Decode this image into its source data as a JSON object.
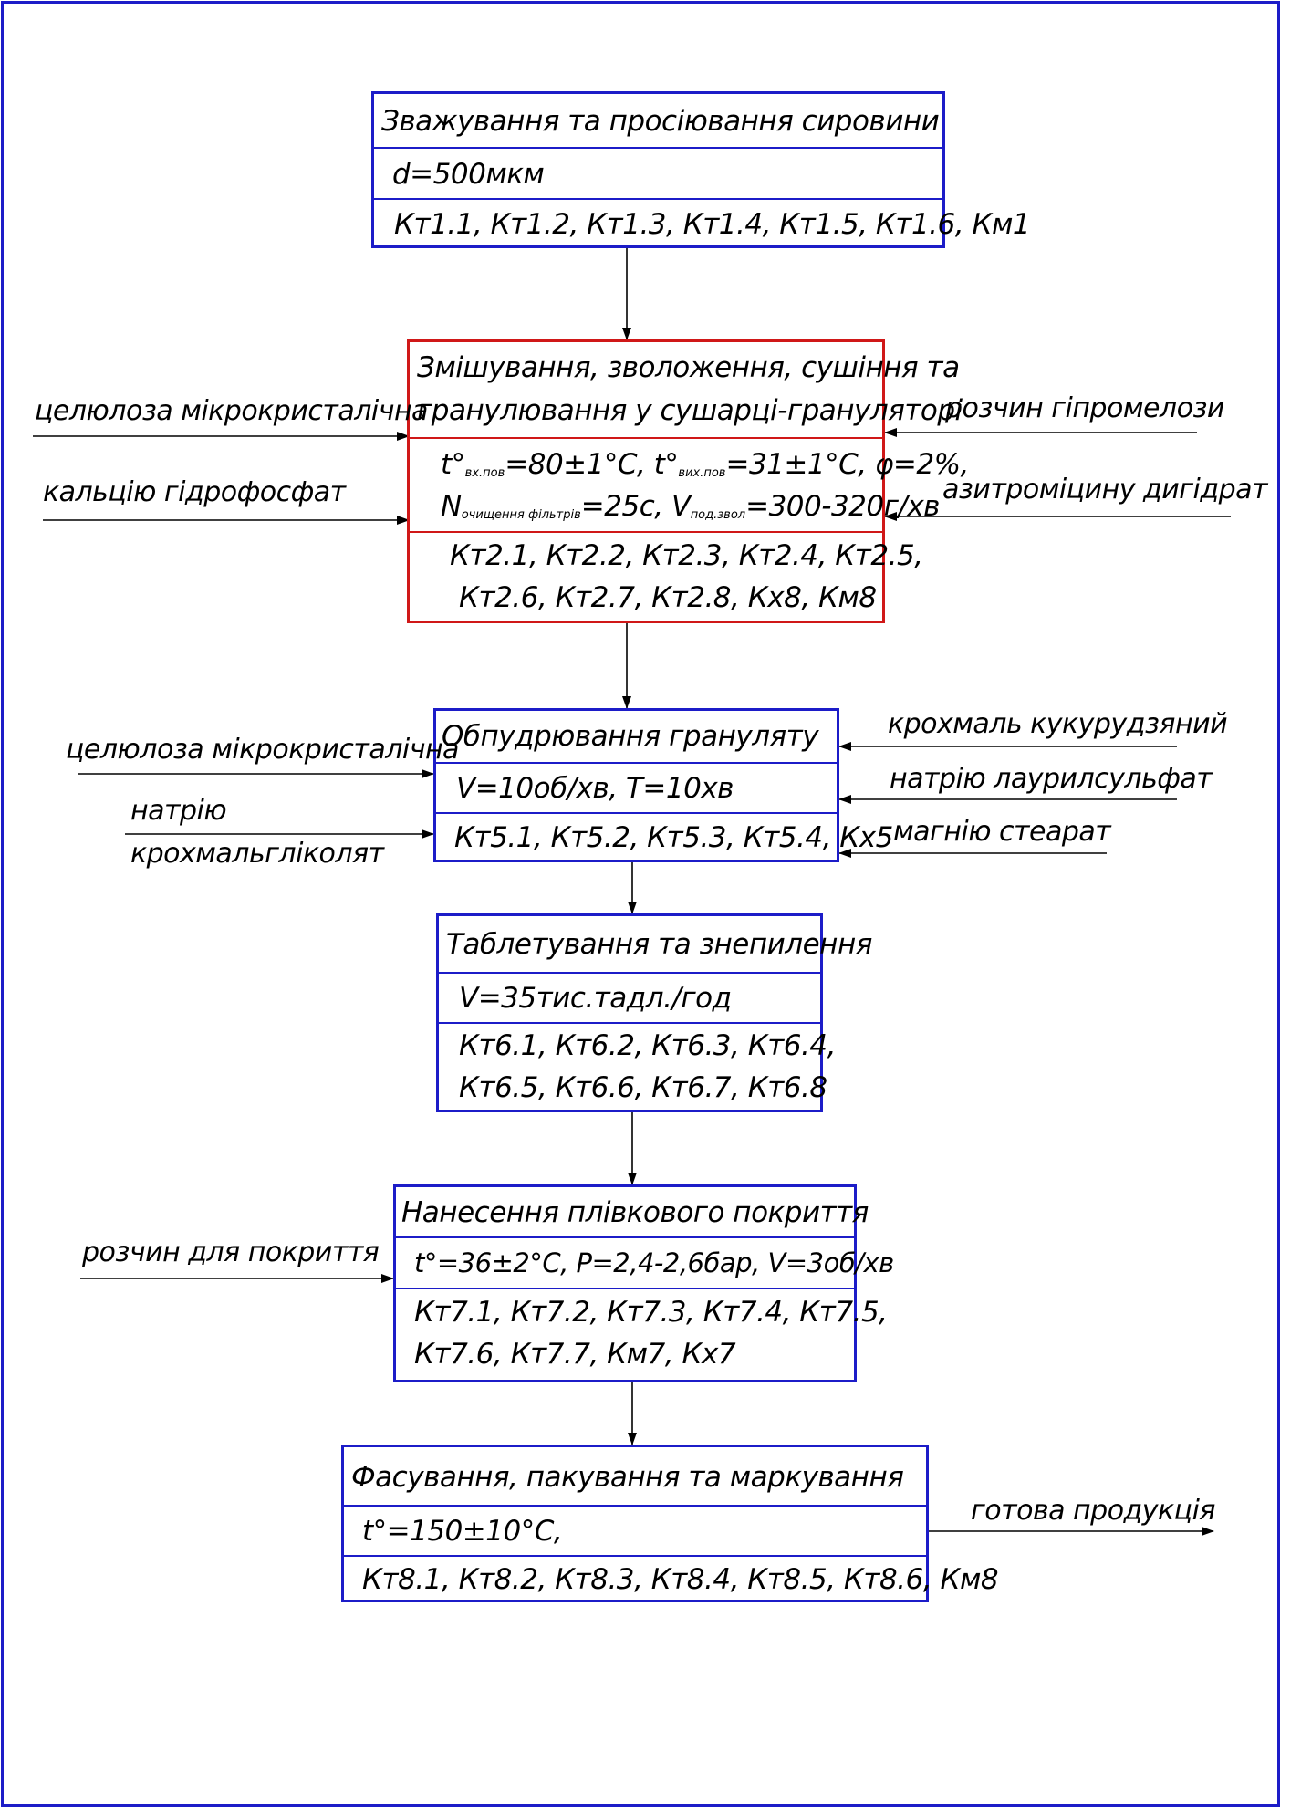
{
  "boxes": {
    "b1": {
      "title": "Зважування та просіювання сировини",
      "param": "d=500мкм",
      "control": "Кт1.1, Кт1.2, Кт1.3, Кт1.4, Кт1.5, Кт1.6, Км1"
    },
    "b2": {
      "title_line1": "Змішування, зволоження, сушіння та",
      "title_line2": "гранулювання у сушарці-грануляторі",
      "param1": {
        "t_main": "t°",
        "t_sub": "вх.пов",
        "t_eq": "=80±1°С, ",
        "t2_main": "t°",
        "t2_sub": "вих.пов",
        "t2_eq": "=31±1°С, φ=2%,"
      },
      "param2": {
        "n_main": "N",
        "n_sub": "очищення фільтрів",
        "n_eq": "=25с, ",
        "v_main": "V",
        "v_sub": "под.звол",
        "v_eq": "=300-320г/хв"
      },
      "control_line1": "Кт2.1, Кт2.2, Кт2.3, Кт2.4, Кт2.5,",
      "control_line2": "Кт2.6, Кт2.7, Кт2.8, Кх8, Км8"
    },
    "b3": {
      "title": "Обпудрювання грануляту",
      "param": "V=10об/хв,   T=10хв",
      "control": "Кт5.1, Кт5.2, Кт5.3, Кт5.4, Кх5"
    },
    "b4": {
      "title": "Таблетування та знепилення",
      "param": "V=35тис.тадл./год",
      "control_line1": "Кт6.1, Кт6.2, Кт6.3, Кт6.4,",
      "control_line2": "Кт6.5, Кт6.6, Кт6.7, Кт6.8"
    },
    "b5": {
      "title": "Нанесення плівкового покриття",
      "param": "t°=36±2°С,   Р=2,4-2,6бар,   V=3об/хв",
      "control_line1": "Кт7.1, Кт7.2, Кт7.3, Кт7.4, Кт7.5,",
      "control_line2": "Кт7.6, Кт7.7, Км7, Кх7"
    },
    "b6": {
      "title": "Фасування, пакування та маркування",
      "param": "t°=150±10°С,",
      "control": "Кт8.1, Кт8.2, Кт8.3, Кт8.4, Кт8.5, Кт8.6, Км8"
    }
  },
  "inputs": {
    "b2_left_1": "целюлоза мікрокристалічна",
    "b2_left_2": "кальцію гідрофосфат",
    "b2_right_1": "розчин гіпромелози",
    "b2_right_2": "азитроміцину дигідрат",
    "b3_left_1": "целюлоза мікрокристалічна",
    "b3_left_2a": "натрію",
    "b3_left_2b": "крохмальгліколят",
    "b3_right_1": "крохмаль кукурудзяний",
    "b3_right_2": "натрію лаурилсульфат",
    "b3_right_3": "магнію стеарат",
    "b5_left_1": "розчин для покриття"
  },
  "output": "готова продукція",
  "colors": {
    "frame": "#1c1cc8",
    "box_border": "#1c1cc8",
    "highlight_border": "#d01818",
    "line": "#000000"
  }
}
